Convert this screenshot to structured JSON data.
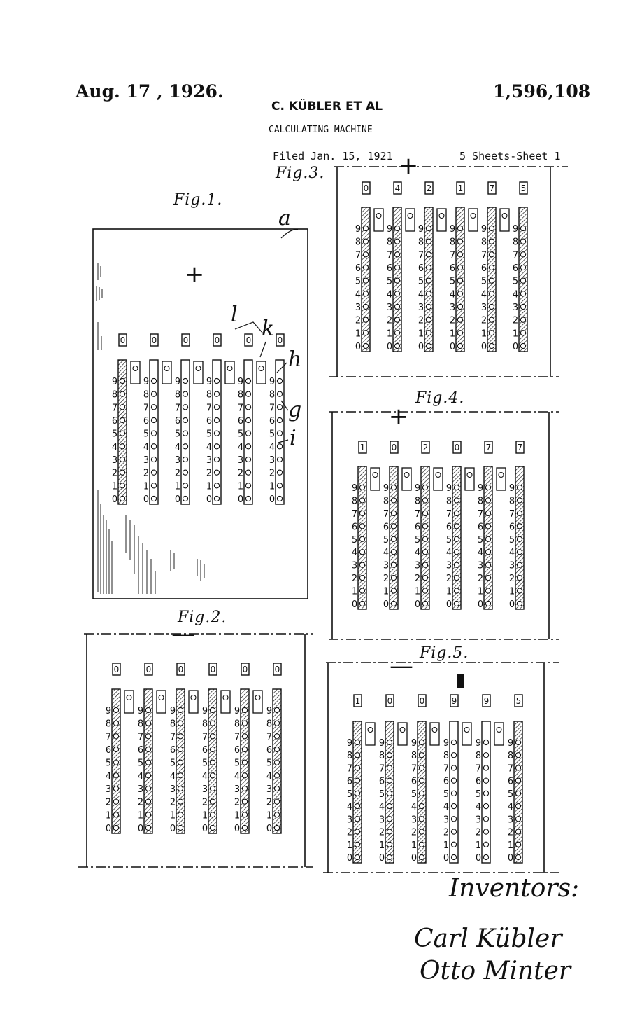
{
  "header": {
    "date": "Aug. 17 , 1926.",
    "patent_number": "1,596,108",
    "inventor_line": "C. KÜBLER ET AL",
    "title": "CALCULATING MACHINE",
    "filed": "Filed Jan. 15, 1921",
    "sheets": "5 Sheets-Sheet 1"
  },
  "digits": [
    "9",
    "8",
    "7",
    "6",
    "5",
    "4",
    "3",
    "2",
    "1",
    "0"
  ],
  "figures": [
    {
      "label": "Fig.1.",
      "sign": "+",
      "result": [
        "0",
        "0",
        "0",
        "0",
        "0",
        "0"
      ],
      "refs": [
        "a",
        "l",
        "k",
        "h",
        "g",
        "i"
      ]
    },
    {
      "label": "Fig.2.",
      "sign": "—",
      "result": [
        "0",
        "0",
        "0",
        "0",
        "0",
        "0"
      ]
    },
    {
      "label": "Fig.3.",
      "sign": "+",
      "result": [
        "0",
        "4",
        "2",
        "1",
        "7",
        "5"
      ]
    },
    {
      "label": "Fig.4.",
      "sign": "+",
      "result": [
        "1",
        "0",
        "2",
        "0",
        "7",
        "7"
      ]
    },
    {
      "label": "Fig.5.",
      "sign": "—",
      "result": [
        "1",
        "0",
        "0",
        "9",
        "9",
        "5"
      ]
    }
  ],
  "signatures": {
    "heading": "Inventors:",
    "names": [
      "Carl Kübler",
      "Otto Minter"
    ]
  },
  "colors": {
    "ink": "#111111",
    "paper": "#ffffff"
  }
}
